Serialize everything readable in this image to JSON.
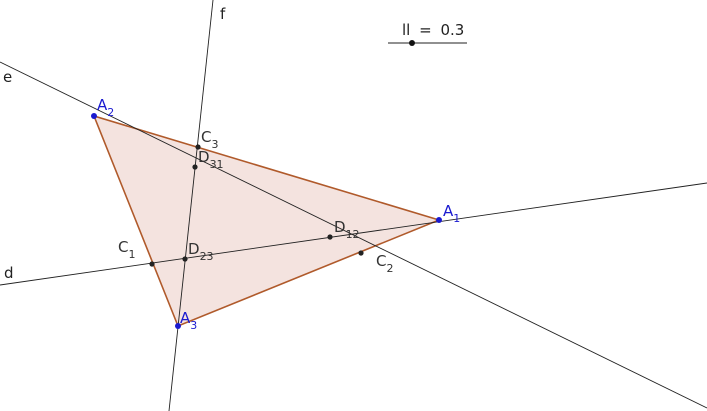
{
  "colors": {
    "triangle_fill": "#f4e3df",
    "triangle_stroke": "#b05a2b",
    "line": "#222222",
    "vertex": "#1a1ad0",
    "point": "#222222",
    "label": "#333333"
  },
  "slider": {
    "label": "ll",
    "equals": "=",
    "value": "0.3"
  },
  "lines": {
    "d": "d",
    "e": "e",
    "f": "f"
  },
  "vertices": {
    "A1": {
      "main": "A",
      "sub": "1"
    },
    "A2": {
      "main": "A",
      "sub": "2"
    },
    "A3": {
      "main": "A",
      "sub": "3"
    }
  },
  "points": {
    "C1": {
      "main": "C",
      "sub": "1"
    },
    "C2": {
      "main": "C",
      "sub": "2"
    },
    "C3": {
      "main": "C",
      "sub": "3"
    },
    "D12": {
      "main": "D",
      "sub": "12"
    },
    "D23": {
      "main": "D",
      "sub": "23"
    },
    "D31": {
      "main": "D",
      "sub": "31"
    }
  }
}
